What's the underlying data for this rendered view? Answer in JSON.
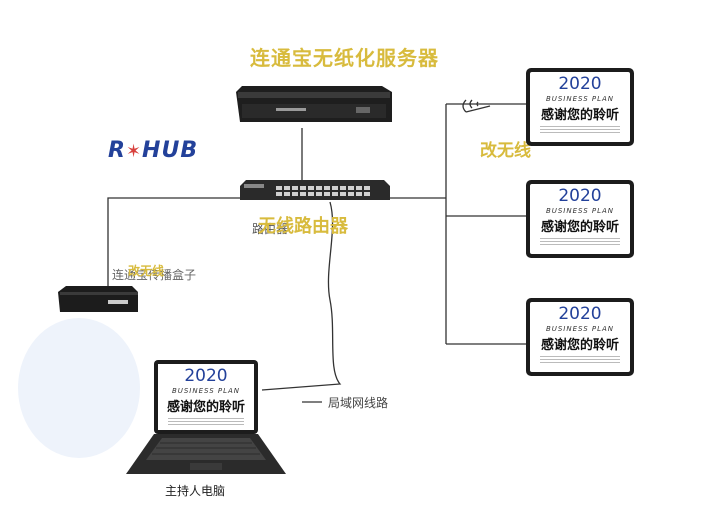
{
  "titles": {
    "server": "连通宝无纸化服务器",
    "router": "无线路由器",
    "wireless": "改无线",
    "box_gold": "改无线"
  },
  "logo": {
    "prefix": "R",
    "star": "✶",
    "suffix": "HUB"
  },
  "labels": {
    "router": "路由器",
    "box": "连通宝传播盒子",
    "lan": "局域网线路",
    "laptop": "主持人电脑"
  },
  "screen": {
    "year": "2020",
    "subtitle": "BUSINESS PLAN",
    "text": "感谢您的聆听"
  },
  "colors": {
    "title_gold": "#d8bb3d",
    "logo_blue": "#23419a",
    "line": "#333333"
  }
}
